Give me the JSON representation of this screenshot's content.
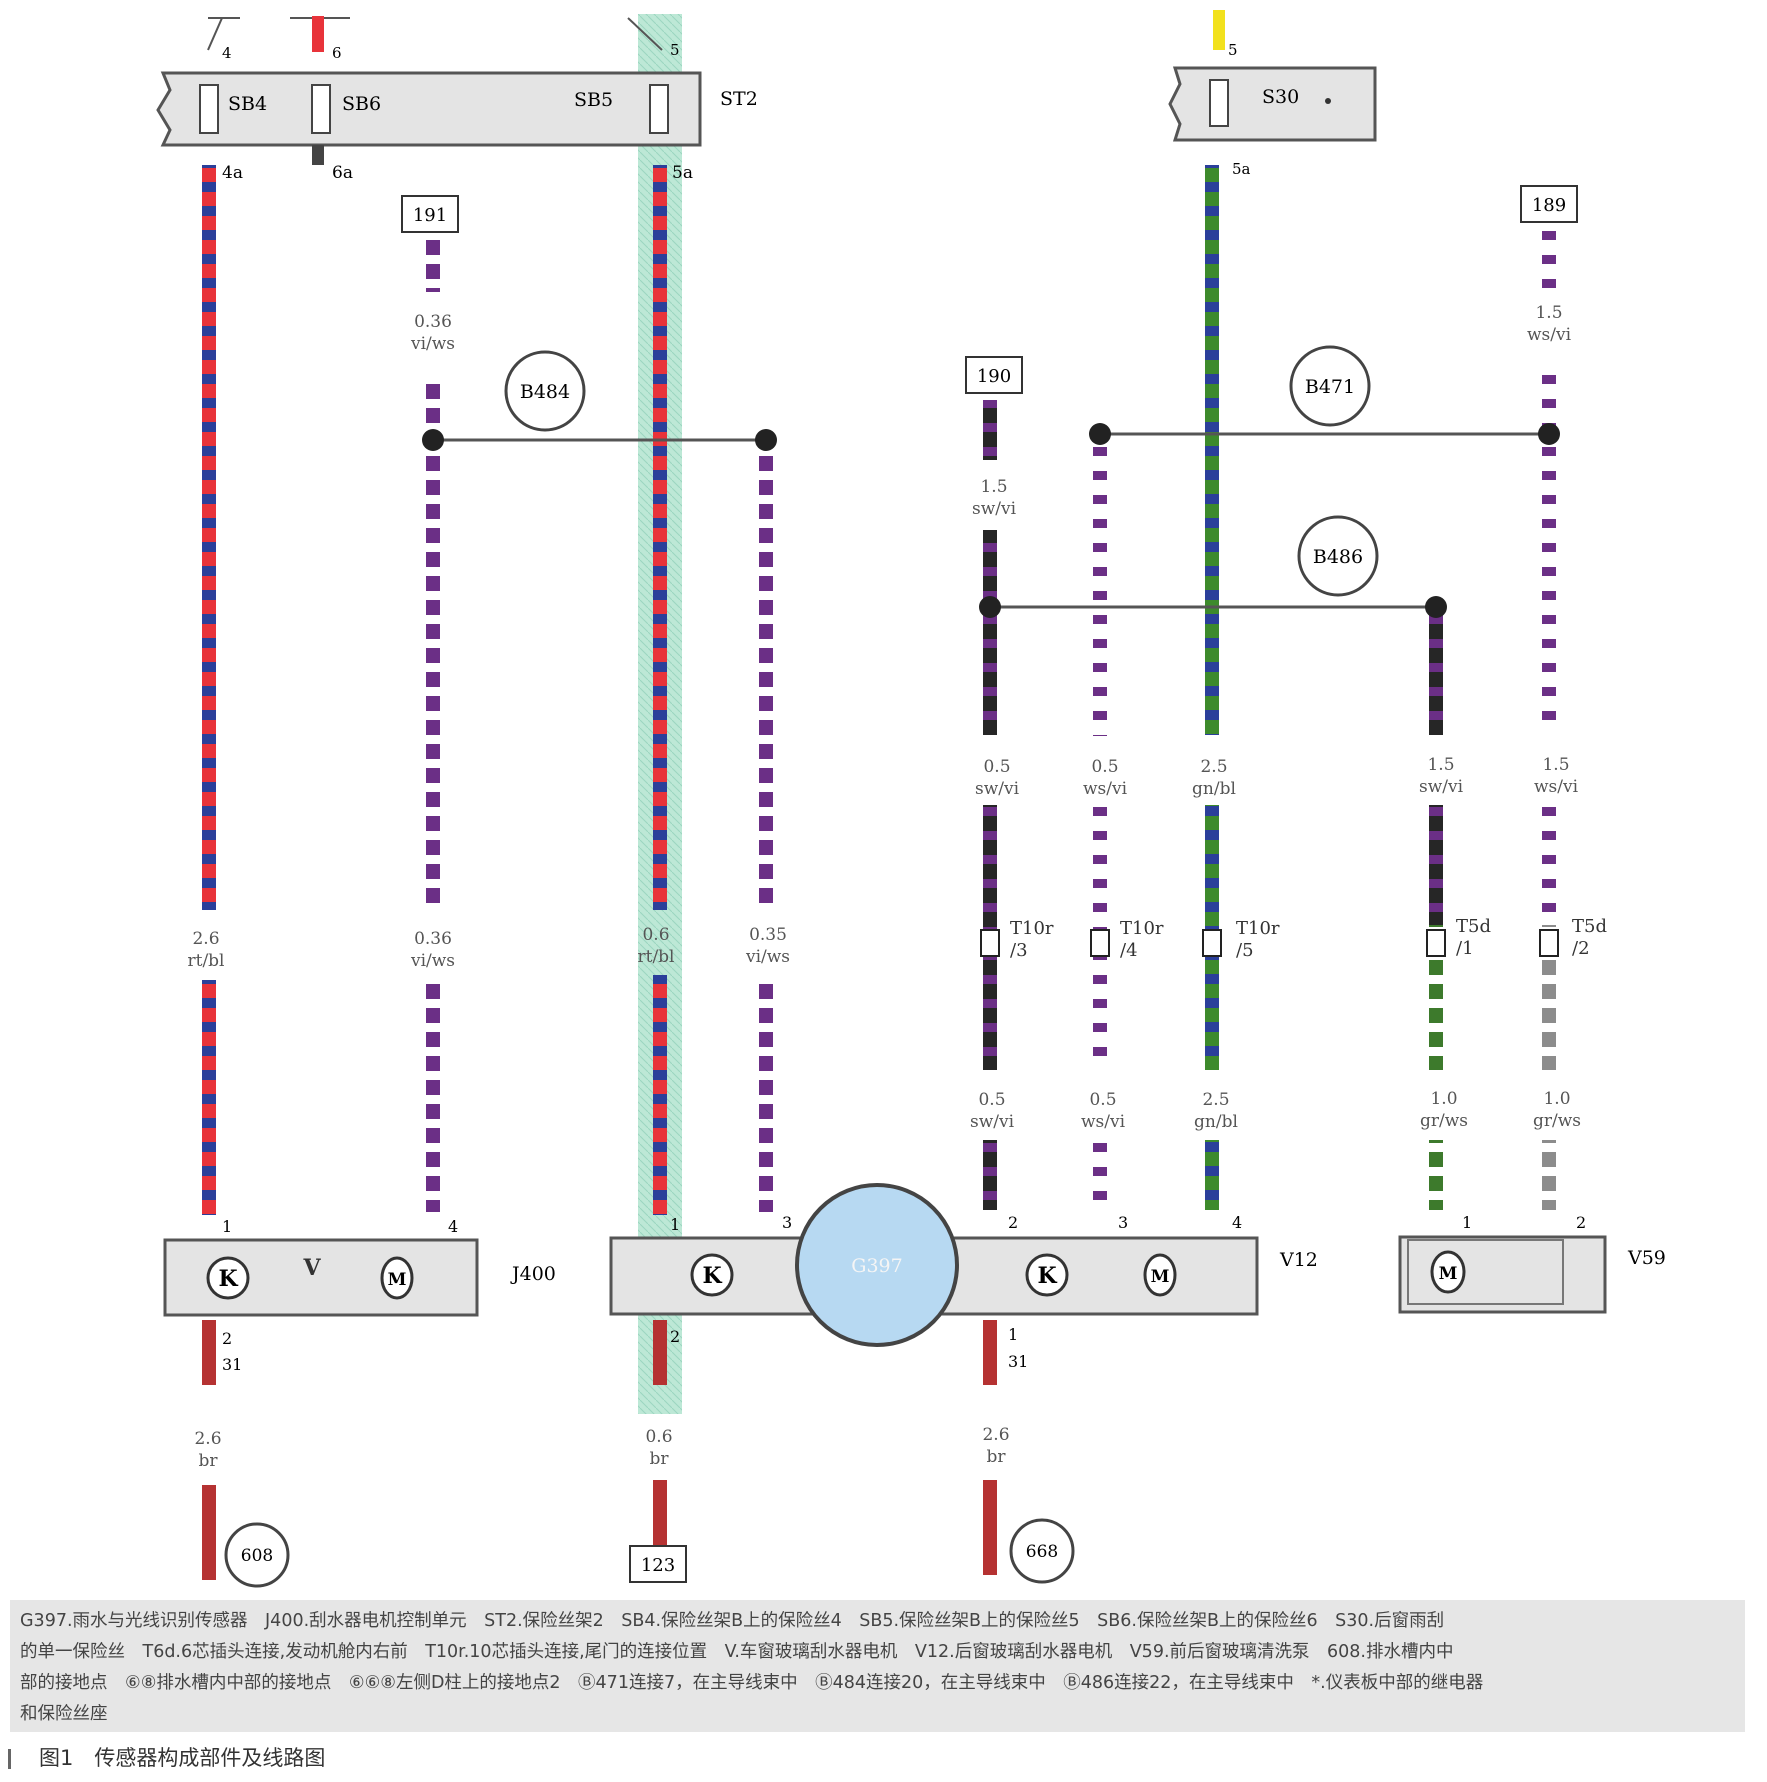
{
  "fuse_box_st2": {
    "label": "ST2",
    "fuses": [
      "SB4",
      "SB6",
      "SB5"
    ]
  },
  "fuse_box_s30": {
    "label": "S30"
  },
  "fuse_pins": {
    "sb4_top": "4",
    "sb6_top": "6",
    "sb5_top": "5",
    "s30_top": "5",
    "sb4_bottom": "4a",
    "sb6_bottom": "6a",
    "sb5_bottom": "5a",
    "s30_bottom": "5a"
  },
  "references": {
    "r191": "191",
    "r190": "190",
    "r189": "189",
    "r123": "123"
  },
  "splices": {
    "b484": "B484",
    "b471": "B471",
    "b486": "B486"
  },
  "grounds": {
    "g608": "608",
    "g668": "668"
  },
  "components": {
    "j400": "J400",
    "g397": "G397",
    "v12": "V12",
    "v59": "V59"
  },
  "component_symbols": {
    "relay_v": "V"
  },
  "connectors": {
    "t10r_3": [
      "T10r",
      "/3"
    ],
    "t10r_4": [
      "T10r",
      "/4"
    ],
    "t10r_5": [
      "T10r",
      "/5"
    ],
    "t5d_1": [
      "T5d",
      "/1"
    ],
    "t5d_2": [
      "T5d",
      "/2"
    ]
  },
  "pins": {
    "j400_1": "1",
    "j400_4": "4",
    "j400_2": "2",
    "j400_31": "31",
    "g397_1": "1",
    "g397_3": "3",
    "g397_2": "2",
    "v12_2": "2",
    "v12_3": "3",
    "v12_4": "4",
    "v12_1": "1",
    "v12_31": "31",
    "v59_1": "1",
    "v59_2": "2"
  },
  "wire_labels": {
    "w191_top": [
      "0.36",
      "vi/ws"
    ],
    "w190_top": [
      "1.5",
      "sw/vi"
    ],
    "w189_top": [
      "1.5",
      "ws/vi"
    ],
    "w1_mid": [
      "2.6",
      "rt/bl"
    ],
    "w2_mid": [
      "0.36",
      "vi/ws"
    ],
    "w3_mid": [
      "0.6",
      "rt/bl"
    ],
    "w4_mid": [
      "0.35",
      "vi/ws"
    ],
    "w5_mid": [
      "0.5",
      "sw/vi"
    ],
    "w6_mid": [
      "0.5",
      "ws/vi"
    ],
    "w7_mid": [
      "2.5",
      "gn/bl"
    ],
    "w8_mid": [
      "1.5",
      "sw/vi"
    ],
    "w9_mid": [
      "1.5",
      "ws/vi"
    ],
    "w5_low": [
      "0.5",
      "sw/vi"
    ],
    "w6_low": [
      "0.5",
      "ws/vi"
    ],
    "w7_low": [
      "2.5",
      "gn/bl"
    ],
    "w8_low": [
      "1.0",
      "gr/ws"
    ],
    "w9_low": [
      "1.0",
      "gr/ws"
    ],
    "g1": [
      "2.6",
      "br"
    ],
    "g2": [
      "0.6",
      "br"
    ],
    "g3": [
      "2.6",
      "br"
    ]
  },
  "legend": {
    "line1": "G397.雨水与光线识别传感器　J400.刮水器电机控制单元　ST2.保险丝架2　SB4.保险丝架B上的保险丝4　SB5.保险丝架B上的保险丝5　SB6.保险丝架B上的保险丝6　S30.后窗雨刮",
    "line2": "的单一保险丝　T6d.6芯插头连接,发动机舱内右前　T10r.10芯插头连接,尾门的连接位置　V.车窗玻璃刮水器电机　V12.后窗玻璃刮水器电机　V59.前后窗玻璃清洗泵　608.排水槽内中",
    "line3": "部的接地点　⑥⑧排水槽内中部的接地点　⑥⑥⑧左侧D柱上的接地点2　Ⓑ471连接7，在主导线束中　Ⓑ484连接20，在主导线束中　Ⓑ486连接22，在主导线束中　*.仪表板中部的继电器",
    "line4": "和保险丝座"
  },
  "caption": "图1　传感器构成部件及线路图",
  "colors": {
    "rt": "#e8333a",
    "bl": "#2b3f9a",
    "vi": "#6b2f86",
    "ws": "#ffffff",
    "sw": "#262626",
    "gn": "#3d8a2c",
    "gr": "#8c8c8c",
    "br": "#b53232",
    "yellow": "#f2e11d",
    "highlight": "#b9ecd8",
    "component_fill": "#e4e4e4",
    "sensor_fill": "#b7d9f2"
  }
}
